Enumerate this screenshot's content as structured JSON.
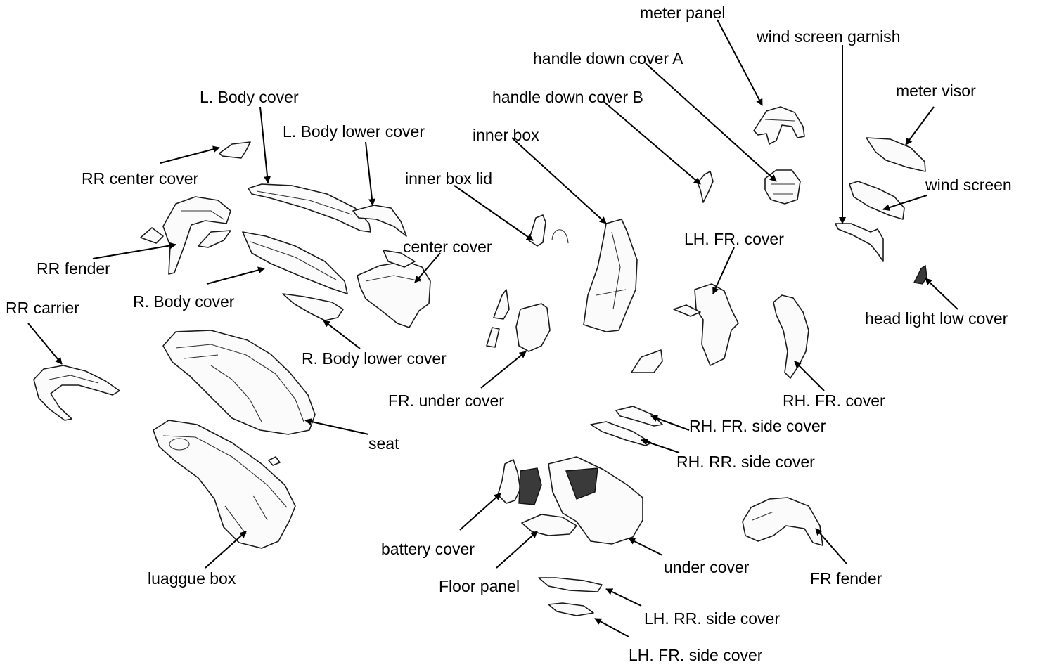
{
  "labels": {
    "meter_panel": "meter panel",
    "wind_screen_garnish": "wind screen garnish",
    "handle_down_cover_a": "handle down cover A",
    "handle_down_cover_b": "handle down cover B",
    "meter_visor": "meter visor",
    "l_body_cover": "L. Body cover",
    "l_body_lower_cover": "L. Body lower cover",
    "inner_box": "inner box",
    "rr_center_cover": "RR center cover",
    "inner_box_lid": "inner box lid",
    "wind_screen": "wind screen",
    "lh_fr_cover": "LH. FR. cover",
    "center_cover": "center cover",
    "rr_fender": "RR fender",
    "r_body_cover": "R. Body cover",
    "rr_carrier": "RR carrier",
    "head_light_low_cover": "head light low cover",
    "r_body_lower_cover": "R. Body lower cover",
    "fr_under_cover": "FR. under cover",
    "rh_fr_cover": "RH. FR. cover",
    "rh_fr_side_cover": "RH. FR. side cover",
    "seat": "seat",
    "rh_rr_side_cover": "RH. RR. side cover",
    "battery_cover": "battery cover",
    "under_cover": "under cover",
    "fr_fender": "FR fender",
    "luaggue_box": "luaggue box",
    "floor_panel": "Floor panel",
    "lh_rr_side_cover": "LH. RR. side cover",
    "lh_fr_side_cover": "LH. FR. side cover"
  },
  "colors": {
    "line": "#000000",
    "part_fill": "#fbfbfb",
    "background": "#ffffff"
  }
}
